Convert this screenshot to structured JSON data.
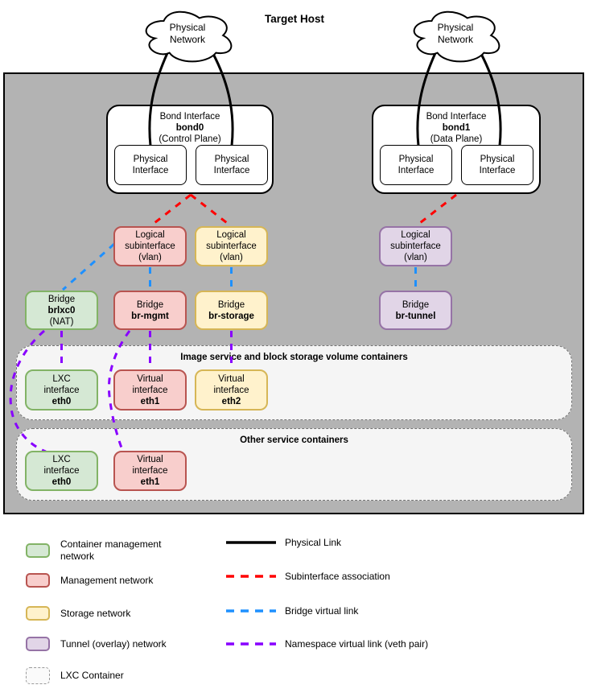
{
  "host": {
    "title": "Target Host"
  },
  "nodes": {
    "cloud": {
      "line1": "Physical",
      "line2": "Network"
    },
    "physical_interface": {
      "line1": "Physical",
      "line2": "Interface"
    },
    "bond0": {
      "title": "Bond Interface",
      "name": "bond0",
      "role": "(Control Plane)"
    },
    "bond1": {
      "title": "Bond Interface",
      "name": "bond1",
      "role": "(Data Plane)"
    },
    "subinterface": {
      "line1": "Logical",
      "line2": "subinterface",
      "line3": "(vlan)"
    },
    "bridges": [
      {
        "line1": "Bridge",
        "name": "brlxc0",
        "suffix": "(NAT)"
      },
      {
        "line1": "Bridge",
        "name": "br-mgmt"
      },
      {
        "line1": "Bridge",
        "name": "br-storage"
      },
      {
        "line1": "Bridge",
        "name": "br-tunnel"
      }
    ]
  },
  "containers": {
    "image_service": {
      "title": "Image service and block storage volume containers",
      "interfaces": [
        {
          "line1": "LXC",
          "line2": "interface",
          "name": "eth0"
        },
        {
          "line1": "Virtual",
          "line2": "interface",
          "name": "eth1"
        },
        {
          "line1": "Virtual",
          "line2": "interface",
          "name": "eth2"
        }
      ]
    },
    "other": {
      "title": "Other service containers",
      "interfaces": [
        {
          "line1": "LXC",
          "line2": "interface",
          "name": "eth0"
        },
        {
          "line1": "Virtual",
          "line2": "interface",
          "name": "eth1"
        }
      ]
    }
  },
  "legend": {
    "networks": [
      {
        "label": "Container management network",
        "fill": "#d5e8d4",
        "border": "#82b366"
      },
      {
        "label": "Management network",
        "fill": "#f8cecc",
        "border": "#b85450"
      },
      {
        "label": "Storage network",
        "fill": "#fff2cc",
        "border": "#d6b656"
      },
      {
        "label": "Tunnel (overlay) network",
        "fill": "#e1d5e7",
        "border": "#9673a6"
      },
      {
        "label": "LXC Container",
        "fill": "#fafafa",
        "border": "#999999",
        "style": "dashed"
      }
    ],
    "links": [
      {
        "label": "Physical Link",
        "color": "#000000",
        "style": "solid"
      },
      {
        "label": "Subinterface association",
        "color": "#ff0000",
        "style": "dashed"
      },
      {
        "label": "Bridge virtual link",
        "color": "#1e90ff",
        "style": "dashed"
      },
      {
        "label": "Namespace virtual link (veth pair)",
        "color": "#8800ff",
        "style": "dashed"
      }
    ]
  },
  "palette": {
    "host_fill": "#b3b3b3",
    "container_fill": "#f5f5f5",
    "green_fill": "#d5e8d4",
    "green_border": "#82b366",
    "red_fill": "#f8cecc",
    "red_border": "#b85450",
    "yellow_fill": "#fff2cc",
    "yellow_border": "#d6b656",
    "purple_fill": "#e1d5e7",
    "purple_border": "#9673a6"
  }
}
